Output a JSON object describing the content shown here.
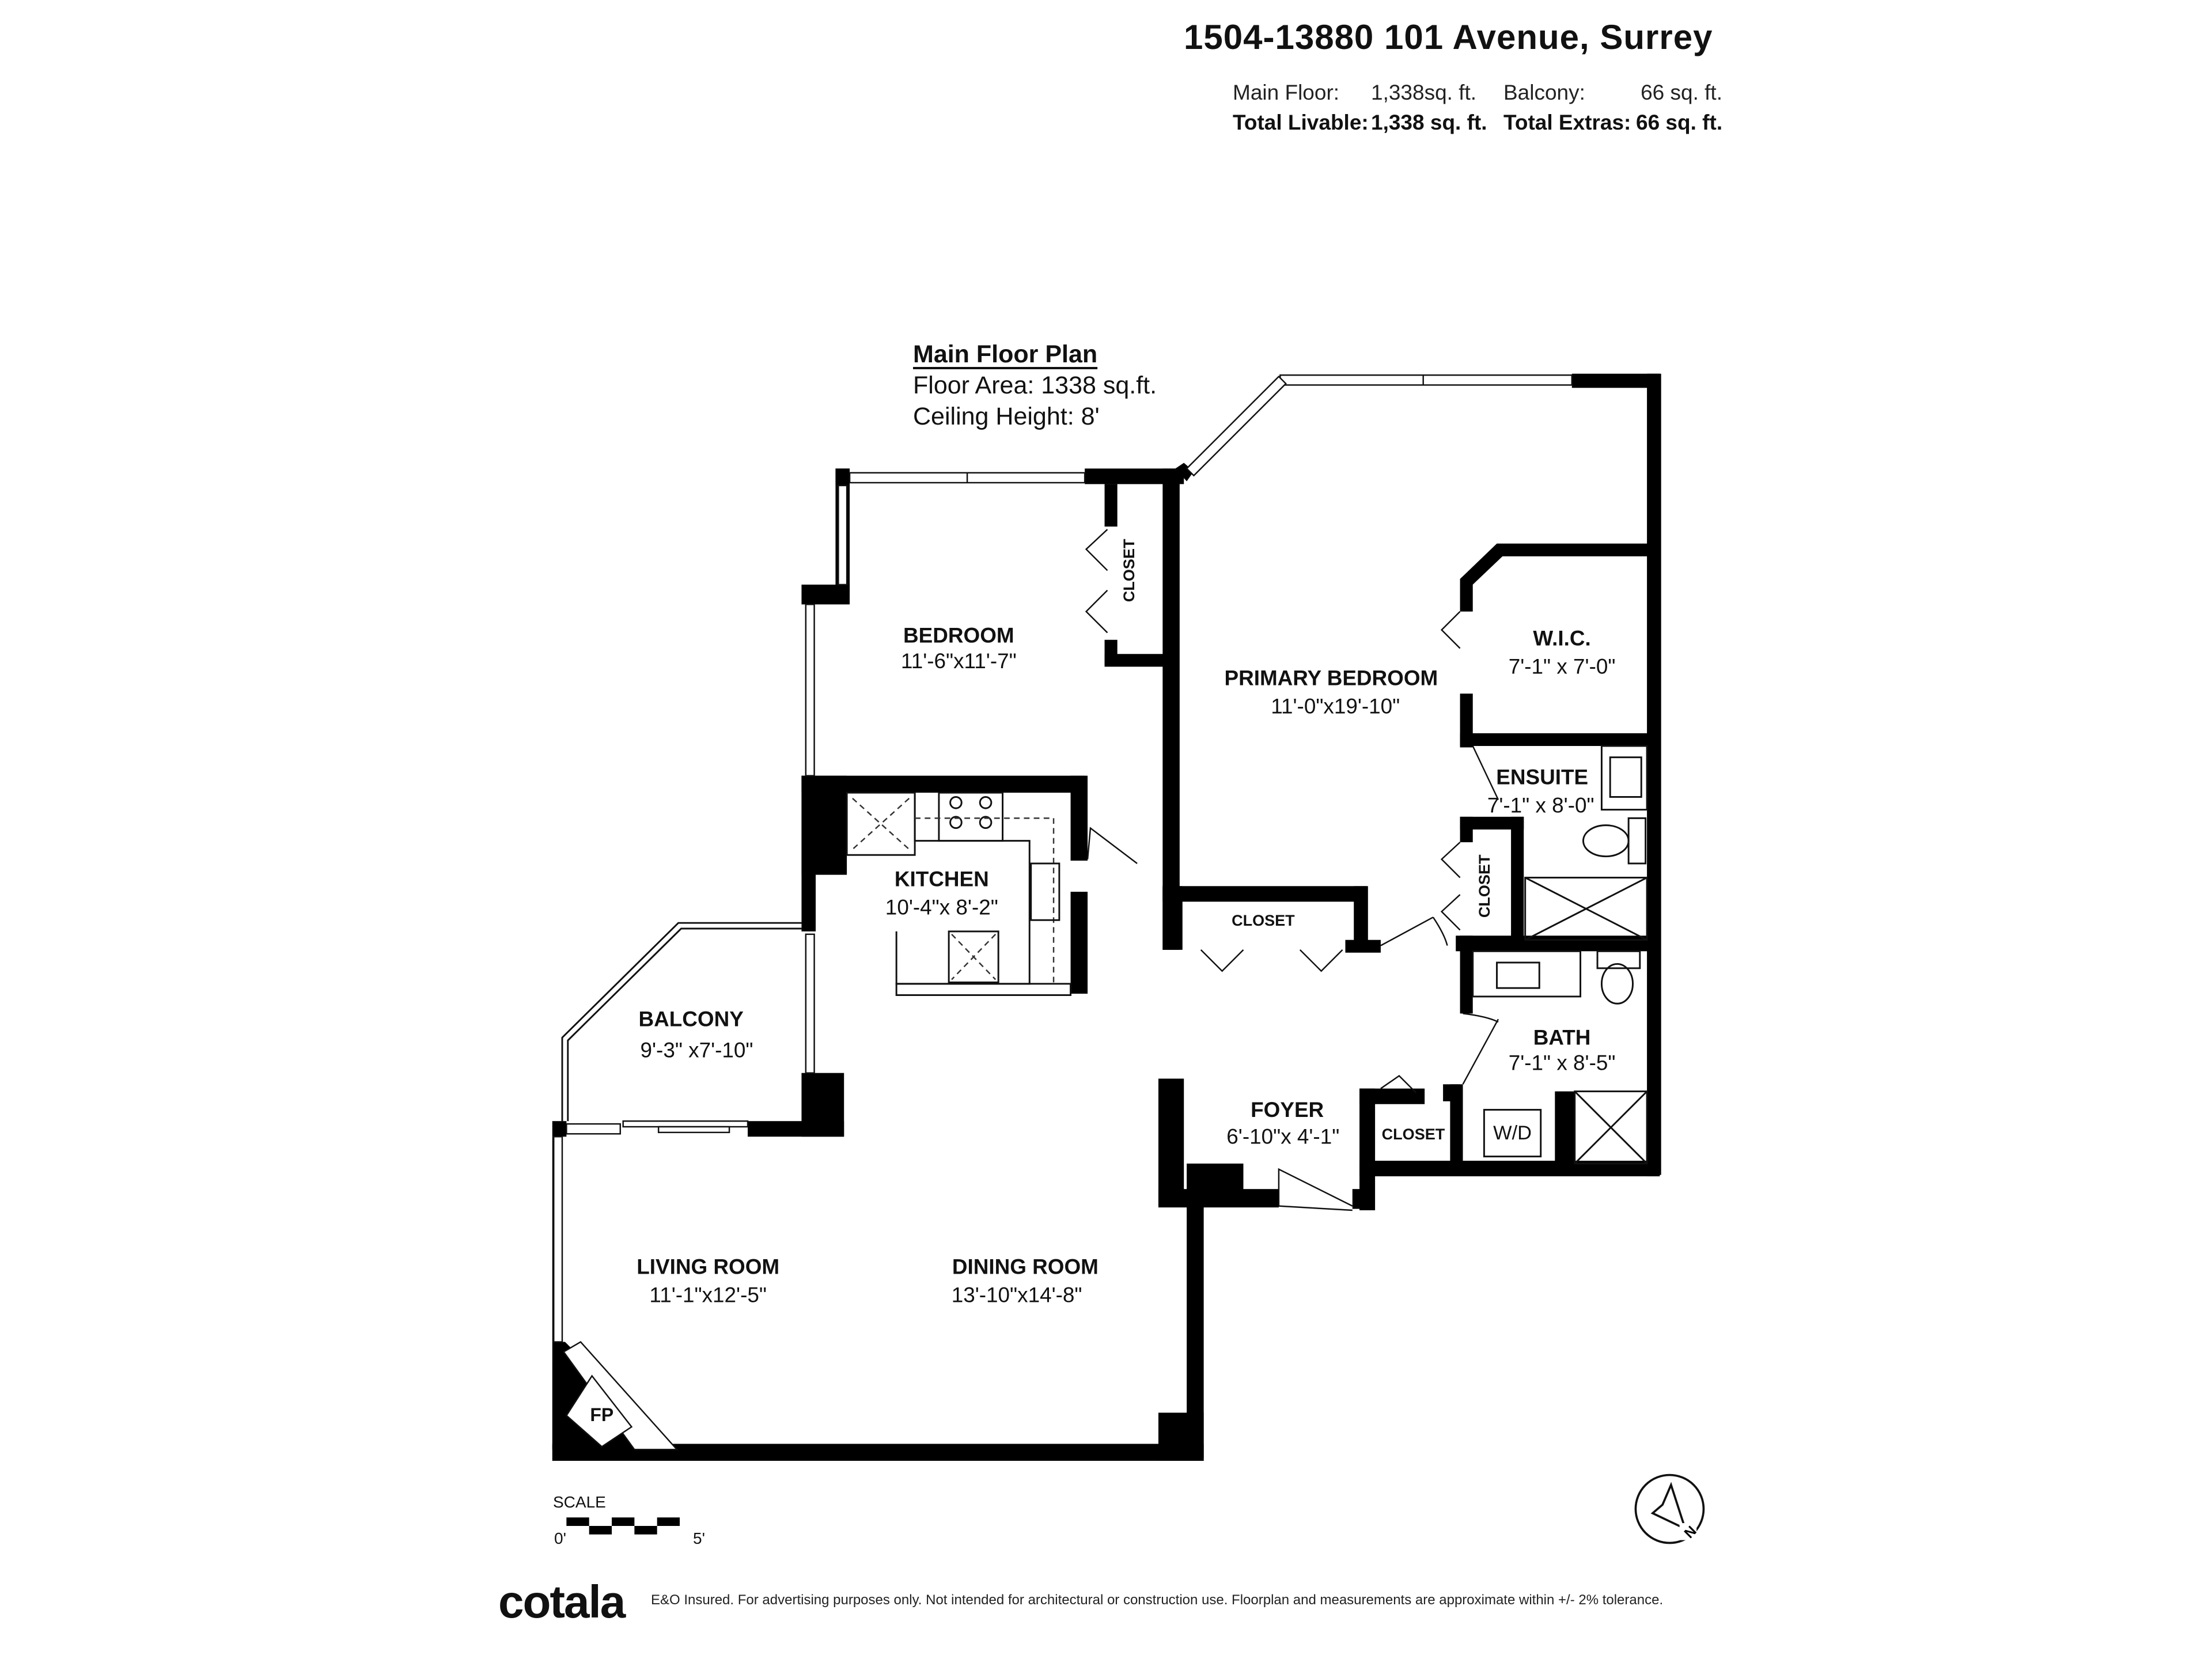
{
  "header": {
    "address": "1504-13880 101 Avenue, Surrey",
    "rows": [
      {
        "label1": "Main Floor:",
        "value1": "1,338sq. ft.",
        "label2": "Balcony:",
        "value2": "66 sq. ft."
      },
      {
        "label1": "Total Livable:",
        "value1": "1,338 sq. ft.",
        "label2": "Total Extras:",
        "value2": "66 sq. ft."
      }
    ]
  },
  "plan_info": {
    "title": "Main Floor Plan",
    "floor_area": "Floor Area: 1338 sq.ft.",
    "ceiling_height": "Ceiling Height: 8'"
  },
  "rooms": {
    "bedroom": {
      "name": "BEDROOM",
      "dims": "11'-6\"x11'-7\""
    },
    "primary_bedroom": {
      "name": "PRIMARY BEDROOM",
      "dims": "11'-0\"x19'-10\""
    },
    "wic": {
      "name": "W.I.C.",
      "dims": "7'-1\" x 7'-0\""
    },
    "ensuite": {
      "name": "ENSUITE",
      "dims": "7'-1\" x 8'-0\""
    },
    "kitchen": {
      "name": "KITCHEN",
      "dims": "10'-4\"x 8'-2\""
    },
    "balcony": {
      "name": "BALCONY",
      "dims": "9'-3\" x7'-10\""
    },
    "bath": {
      "name": "BATH",
      "dims": "7'-1\" x 8'-5\""
    },
    "foyer": {
      "name": "FOYER",
      "dims": "6'-10\"x 4'-1\""
    },
    "living_room": {
      "name": "LIVING ROOM",
      "dims": "11'-1\"x12'-5\""
    },
    "dining_room": {
      "name": "DINING ROOM",
      "dims": "13'-10\"x14'-8\""
    }
  },
  "labels": {
    "closet": "CLOSET",
    "wd": "W/D",
    "fp": "FP",
    "compass_n": "N"
  },
  "scale": {
    "label": "SCALE",
    "start": "0'",
    "end": "5'"
  },
  "footer": {
    "brand": "cotala",
    "disclaimer": "E&O Insured. For advertising purposes only. Not intended for architectural or construction use. Floorplan and measurements are approximate within +/- 2% tolerance."
  }
}
